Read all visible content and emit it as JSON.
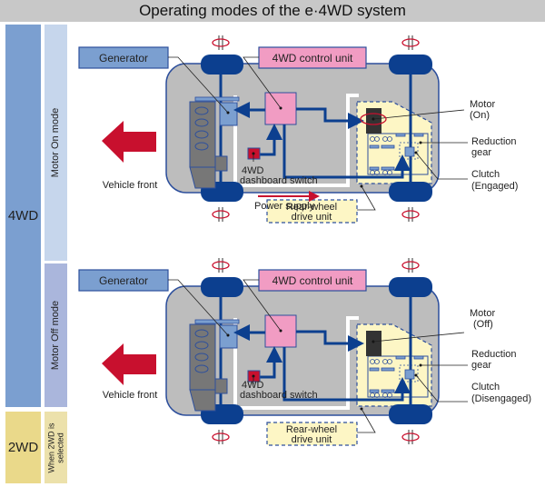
{
  "title": "Operating modes of the e·4WD system",
  "sidebar": {
    "mode_4wd": "4WD",
    "mode_2wd": "2WD",
    "motor_on_mode": "Motor On mode",
    "motor_off_mode": "Motor Off mode",
    "when_2wd_line1": "When 2WD is",
    "when_2wd_line2": "selected"
  },
  "panels": [
    {
      "id": "motor-on",
      "generator": "Generator",
      "control_unit": "4WD control unit",
      "vehicle_front": "Vehicle front",
      "switch_line1": "4WD",
      "switch_line2": "dashboard switch",
      "power_supply": "Power supply",
      "rear_unit_line1": "Rear-wheel",
      "rear_unit_line2": "drive unit",
      "motor_line1": "Motor",
      "motor_line2": "(On)",
      "reduction_line1": "Reduction",
      "reduction_line2": "gear",
      "clutch_line1": "Clutch",
      "clutch_line2": "(Engaged)",
      "motor_state": "on"
    },
    {
      "id": "motor-off",
      "generator": "Generator",
      "control_unit": "4WD control unit",
      "vehicle_front": "Vehicle front",
      "switch_line1": "4WD",
      "switch_line2": "dashboard switch",
      "rear_unit_line1": "Rear-wheel",
      "rear_unit_line2": "drive unit",
      "motor_line1": "Motor",
      "motor_line2": "(Off)",
      "reduction_line1": "Reduction",
      "reduction_line2": "gear",
      "clutch_line1": "Clutch",
      "clutch_line2": "(Disengaged)",
      "motor_state": "off"
    }
  ],
  "colors": {
    "generator": "#7b9fd0",
    "control_unit": "#f19cc3",
    "wire": "#0c3f8f",
    "arrow_red": "#c8102e",
    "chassis": "#bdbdbd",
    "rear_unit": "#fdf6c5",
    "motor": "#333333"
  }
}
